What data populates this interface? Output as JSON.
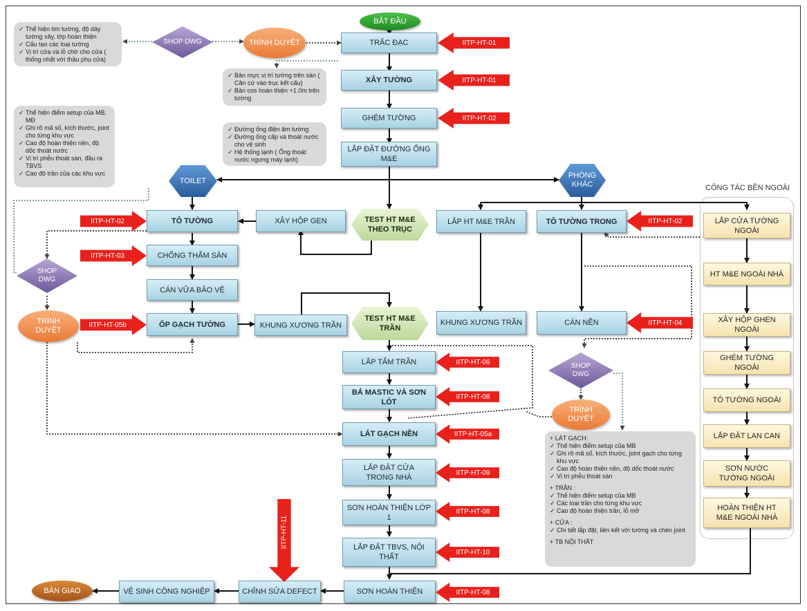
{
  "nodes": {
    "bat_dau": "BẮT ĐẦU",
    "trac_dac": "TRẮC ĐẠC",
    "xay_tuong": "XÂY TƯỜNG",
    "ghem_tuong": "GHÉM TƯỜNG",
    "lap_dat_ong": "LẮP ĐẶT ĐƯỜNG ỐNG M&E",
    "toilet": "TOILET",
    "phong_khac": "PHÒNG KHÁC",
    "to_tuong": "TÔ TƯỜNG",
    "xay_hop_gen": "XÂY HỘP GEN",
    "test_me_truc": "TEST HT M&E THEO TRỤC",
    "lap_me_tran": "LẮP HT M&E TRẦN",
    "to_tuong_trong": "TÔ TƯỜNG TRONG",
    "chong_tham": "CHỐNG THẤM SÀN",
    "can_vua": "CÁN VỮA BẢO VỆ",
    "op_gach": "ỐP GẠCH TƯỜNG",
    "khung_xuong_1": "KHUNG XƯƠNG TRẦN",
    "test_me_tran": "TEST HT M&E TRẦN",
    "khung_xuong_2": "KHUNG XƯƠNG TRẦN",
    "can_nen": "CÁN NỀN",
    "lap_tam_tran": "LẮP TẤM TRẦN",
    "ba_mastic": "BẢ MASTIC VÀ SƠN LÓT",
    "lat_gach": "LÁT GẠCH NỀN",
    "lap_cua": "LẮP ĐẶT CỬA TRONG NHÀ",
    "son_lop1": "SƠN HOÀN THIỆN LỚP 1",
    "lap_tbvs": "LẮP ĐẶT TBVS, NỘI THẤT",
    "son_hoan_thien": "SƠN HOÀN THIỆN",
    "chinh_sua": "CHỈNH SỬA DEFECT",
    "ve_sinh": "VỆ SINH CÔNG NGHIỆP",
    "ban_giao": "BÀN GIAO",
    "shop_dwg": "SHOP DWG",
    "trinh_duyet": "TRÌNH DUYỆT"
  },
  "external": {
    "title": "CÔNG TÁC BÊN NGOÀI",
    "items": [
      "LẮP CỬA TƯỜNG NGOÀI",
      "HT M&E NGOÀI NHÀ",
      "XÂY HỘP GHEN NGOÀI",
      "GHÉM TƯỜNG NGOÀI",
      "TÔ TƯỜNG NGOÀI",
      "LẮP ĐẶT LAN CAN",
      "SƠN NƯỚC TƯỜNG NGOÀI",
      "HOÀN THIỆN HT M&E NGOÀI NHÀ"
    ]
  },
  "codes": {
    "c1": "IITP-HT-01",
    "c2": "IITP-HT-01",
    "c3": "IITP-HT-02",
    "c4": "IITP-HT-02",
    "c5": "IITP-HT-03",
    "c6": "IITP-HT-05b",
    "c7": "IITP-HT-02",
    "c8": "IITP-HT-04",
    "c9": "IITP-HT-06",
    "c10": "IITP-HT-08",
    "c11": "IITP-HT-05a",
    "c12": "IITP-HT-09",
    "c13": "IITP-HT-08",
    "c14": "IITP-HT-10",
    "c15": "IITP-HT-08",
    "c16": "IITP-HT-11"
  },
  "notes": {
    "n1": [
      "Thể hiện tim tường, độ dày tường xây, lớp hoàn thiện",
      "Cấu tạo các loại tường",
      "Vị trí cửa và lỗ chờ cho cửa ( thống nhất với thầu  phụ cửa)"
    ],
    "n2": [
      "Bản mực vị trí tường trên sàn ( Căn cứ vào trục kết cấu)",
      "Bản cos hoàn thiện +1.0m trên tường"
    ],
    "n3": [
      "Đường ống điện âm tường",
      "Đường ống cấp và thoát nước cho vệ sinh",
      "Hệ thống lạnh ( Ống thoát nước ngưng máy lạnh)"
    ],
    "n4": [
      "Thể hiện điểm setup của MB, MĐ",
      "Ghi rõ mã số, kích thước, joint cho từng khu vực",
      "Cao độ hoàn thiện nền, độ dốc thoát nước",
      "Vị trí phễu thoát sàn, đầu ra TBVS",
      "Cao độ trần của các khu vực"
    ],
    "n5": {
      "lat_gach_hdr": "+ LÁT GẠCH:",
      "lat_gach": [
        "Thể hiện điểm setup của MB",
        "Ghi rõ mã số, kích thước, joint gạch cho từng khu vực",
        "Cao độ hoàn thiện nền, độ dốc thoát nước",
        "Vị trí phễu thoát sàn"
      ],
      "tran_hdr": "+ TRẦN :",
      "tran": [
        "Thể hiện điểm setup của MB",
        "Các loại trần cho từng khu vực",
        "Cao độ hoàn thiện trần, lỗ mở"
      ],
      "cua_hdr": "+ CỬA :",
      "cua": [
        "Chi tiết lắp đặt, liên kết với tường và chèn joint"
      ],
      "tb_hdr": "+ TB NỘI THẤT"
    }
  }
}
